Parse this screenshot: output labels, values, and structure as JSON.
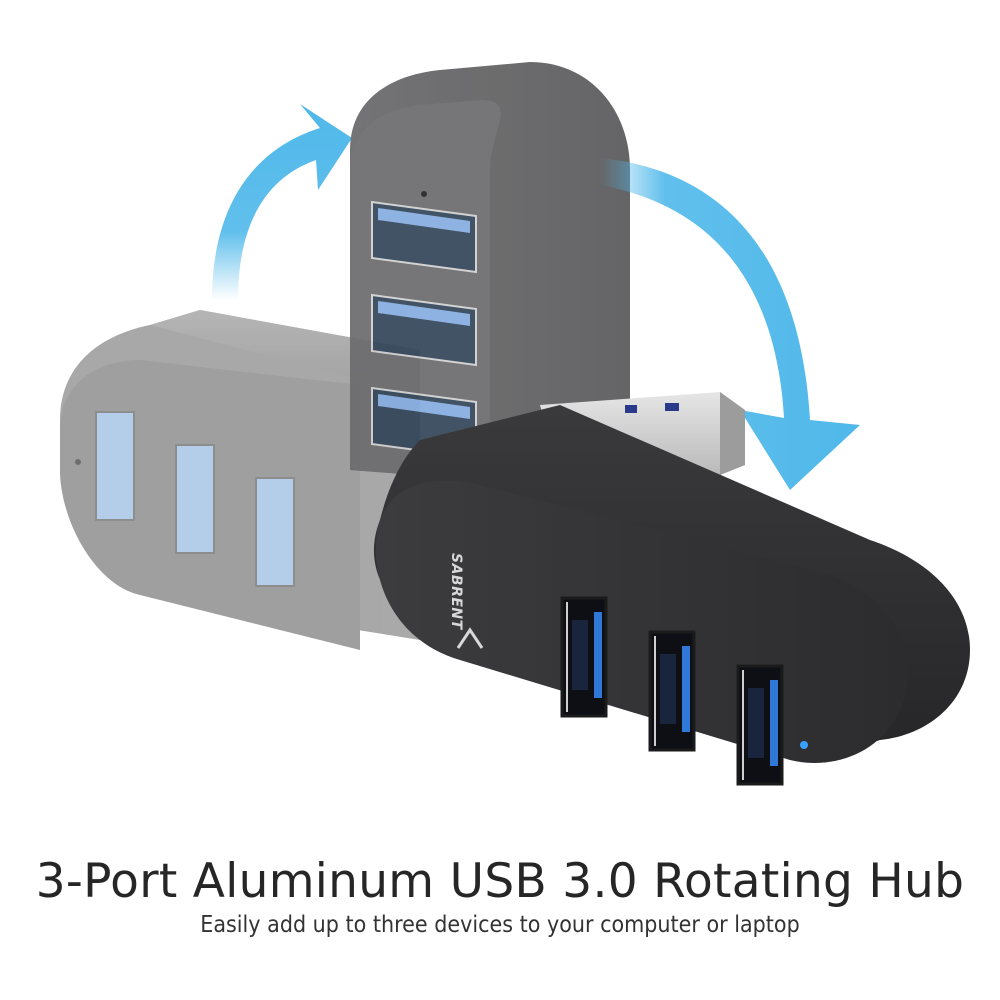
{
  "product": {
    "title": "3-Port Aluminum USB 3.0 Rotating Hub",
    "subtitle": "Easily add up to three devices to your computer or laptop",
    "brand_logo_text": "SABRENT"
  },
  "colors": {
    "background": "#ffffff",
    "arrow_blue": "#4fb8ea",
    "hub_black": "#2b2b2d",
    "hub_gray_ghost": "#8e8e8e",
    "hub_vertical": "#5e5e60",
    "port_blue": "#2f78d8",
    "led_blue": "#3aa0ff",
    "title_text": "#262626"
  },
  "illustration": {
    "arrows": [
      "rotate-up-arrow",
      "rotate-down-arrow"
    ],
    "hub_positions": [
      "horizontal-ghost",
      "vertical-ghost",
      "final-position"
    ],
    "ports_per_hub": 3
  }
}
